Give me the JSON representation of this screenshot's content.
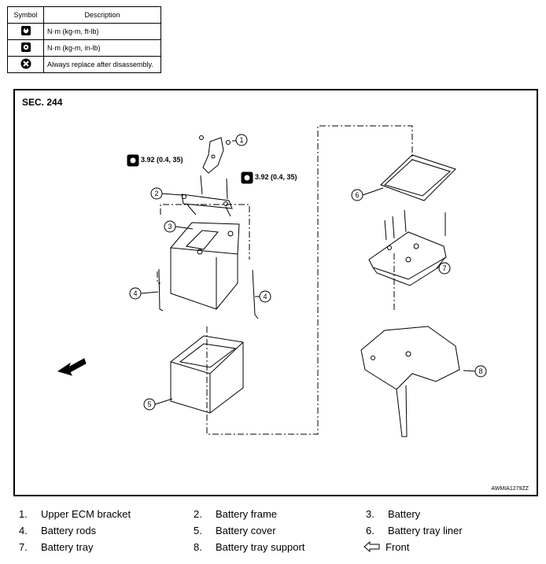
{
  "table": {
    "header_symbol": "Symbol",
    "header_description": "Description",
    "rows": [
      {
        "icon": "torque-wrench-icon",
        "desc": "N·m (kg-m, ft-lb)"
      },
      {
        "icon": "torque-wrench-small-icon",
        "desc": "N·m (kg-m, in-lb)"
      },
      {
        "icon": "always-replace-icon",
        "desc": "Always replace after disassembly."
      }
    ]
  },
  "diagram": {
    "section": "SEC. 244",
    "code": "AWMIA1279ZZ",
    "torque_1": "3.92 (0.4, 35)",
    "torque_2": "3.92 (0.4, 35)",
    "callouts": [
      "1",
      "2",
      "3",
      "4",
      "4",
      "5",
      "6",
      "7",
      "8"
    ]
  },
  "legend": [
    {
      "num": "1.",
      "label": "Upper ECM bracket"
    },
    {
      "num": "2.",
      "label": "Battery frame"
    },
    {
      "num": "3.",
      "label": "Battery"
    },
    {
      "num": "4.",
      "label": "Battery rods"
    },
    {
      "num": "5.",
      "label": "Battery cover"
    },
    {
      "num": "6.",
      "label": "Battery tray liner"
    },
    {
      "num": "7.",
      "label": "Battery tray"
    },
    {
      "num": "8.",
      "label": "Battery tray support"
    },
    {
      "num": "",
      "label": "Front"
    }
  ]
}
